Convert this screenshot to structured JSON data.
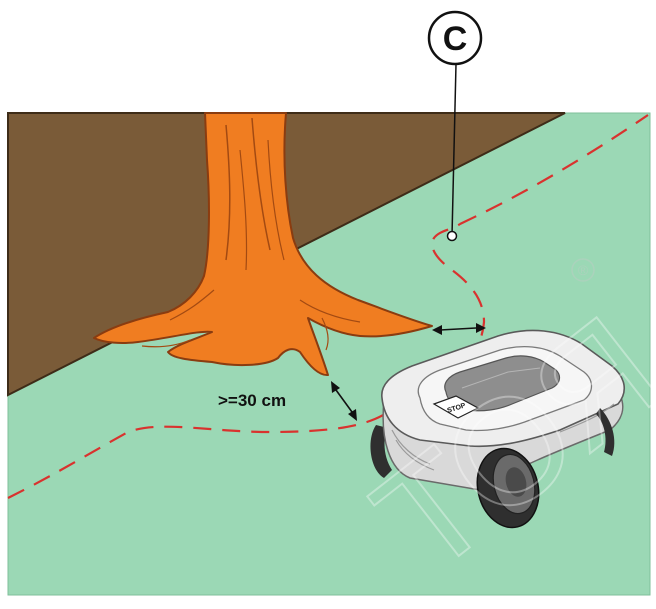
{
  "callout": {
    "letter": "C"
  },
  "distance_label": ">=30 cm",
  "mower": {
    "button_label": "STOP"
  },
  "watermark": {
    "mark": "®",
    "lettering": "ТОЯ"
  },
  "colors": {
    "lawn": "#9bd8b5",
    "soil": "#7a5b38",
    "trunk": "#f07d21",
    "trunk_stroke": "#8a3c10",
    "boundary_wire": "#d9322e",
    "mower_body": "#e6e6e6",
    "mower_shell": "#8e8e8e",
    "wheel": "#3d3d3d"
  }
}
